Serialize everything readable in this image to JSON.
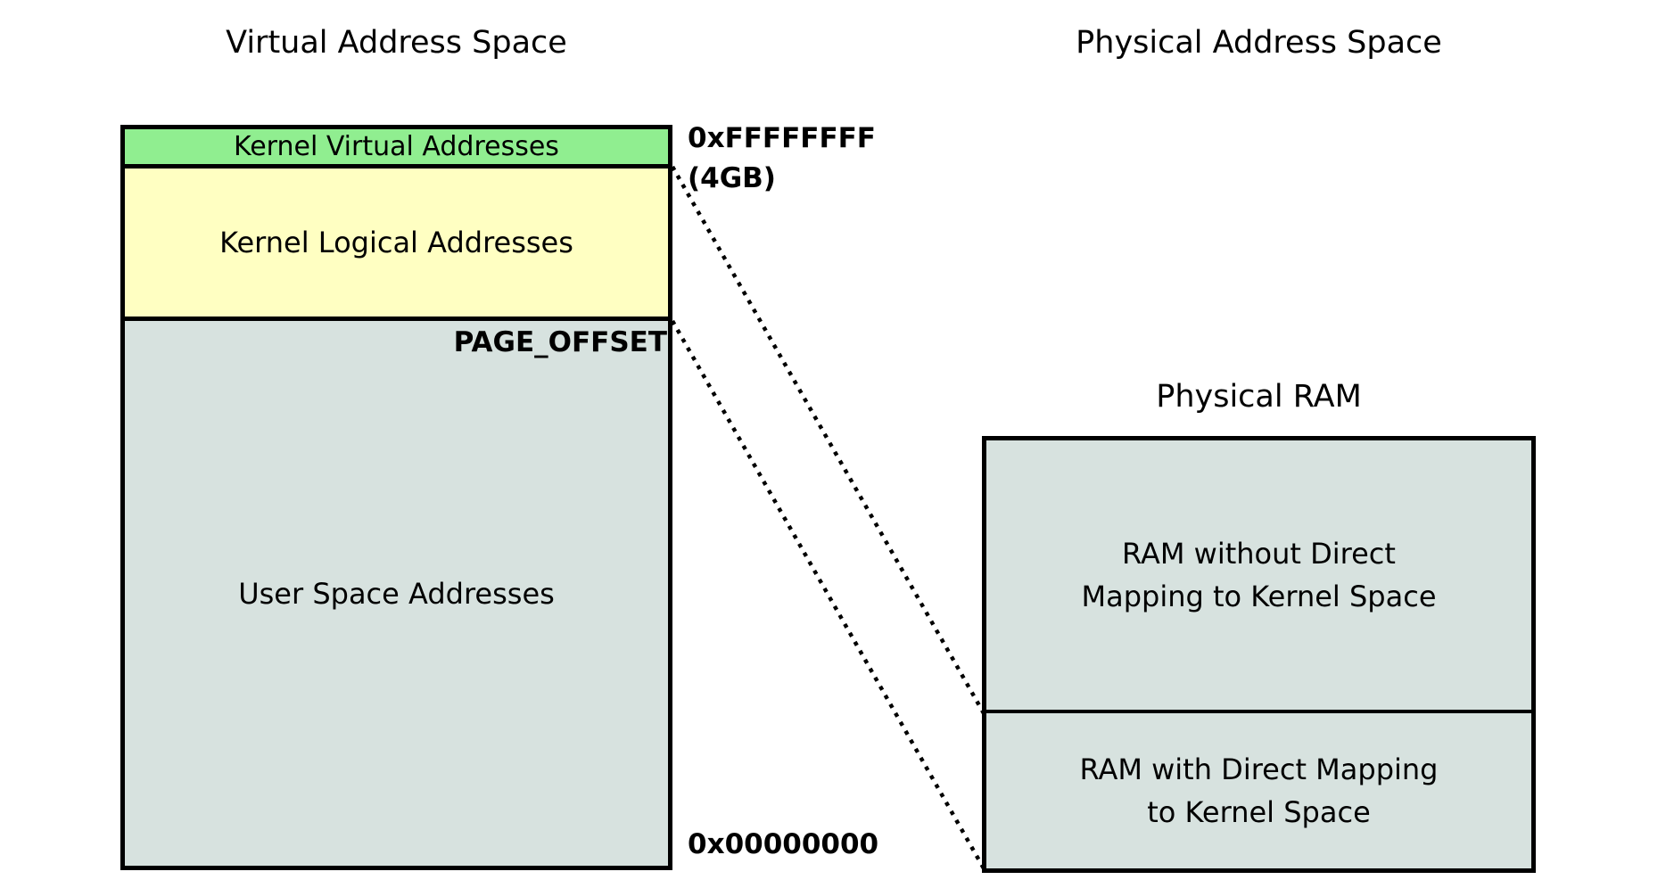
{
  "diagram": {
    "virtual_column": {
      "title": "Virtual Address Space",
      "sections": [
        {
          "name": "kernel-virtual-addresses",
          "label": "Kernel Virtual Addresses",
          "fill": "#90ee90"
        },
        {
          "name": "kernel-logical-addresses",
          "label": "Kernel Logical Addresses",
          "fill": "#ffffc2"
        },
        {
          "name": "user-space-addresses",
          "label": "User Space Addresses",
          "fill": "#d7e2df"
        }
      ]
    },
    "physical_column": {
      "title": "Physical Address Space",
      "ram_title": "Physical RAM",
      "sections": [
        {
          "name": "ram-without-direct-mapping",
          "lines": [
            "RAM without Direct",
            "Mapping to Kernel Space"
          ],
          "fill": "#d7e2df"
        },
        {
          "name": "ram-with-direct-mapping",
          "lines": [
            "RAM with Direct Mapping",
            "to Kernel Space"
          ],
          "fill": "#d7e2df"
        }
      ]
    },
    "labels": {
      "top_address": "0xFFFFFFFF",
      "top_size": "(4GB)",
      "page_offset": "PAGE_OFFSET",
      "bottom_address": "0x00000000"
    },
    "line_color": "#000000"
  }
}
